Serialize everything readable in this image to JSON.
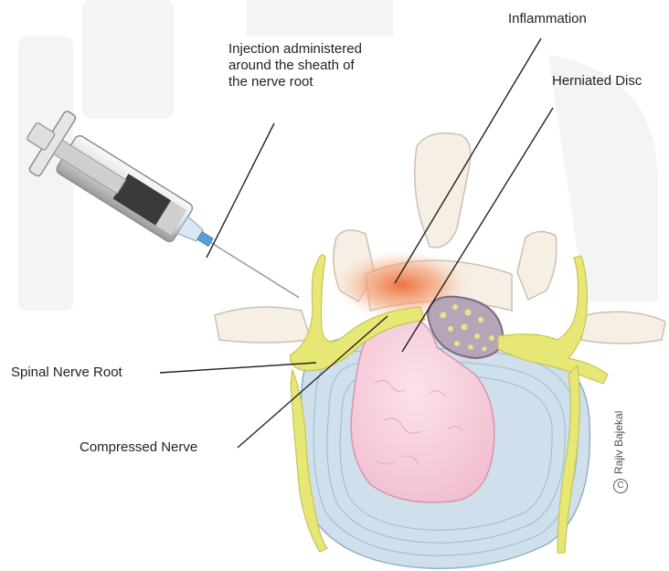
{
  "labels": {
    "injection": "Injection administered around the sheath of the nerve root",
    "inflammation": "Inflammation",
    "herniated_disc": "Herniated Disc",
    "spinal_nerve_root": "Spinal Nerve Root",
    "compressed_nerve": "Compressed Nerve"
  },
  "credit": {
    "symbol": "C",
    "name": "Rajiv Bajekal"
  },
  "colors": {
    "disc_blue": "#cfe0ec",
    "nucleus_pink": "#f4c7d6",
    "nerve_yellow": "#e9ea7c",
    "bone": "#f5efe6",
    "inflammation": "#f08050",
    "ligament_purple": "#b9a6b8"
  }
}
